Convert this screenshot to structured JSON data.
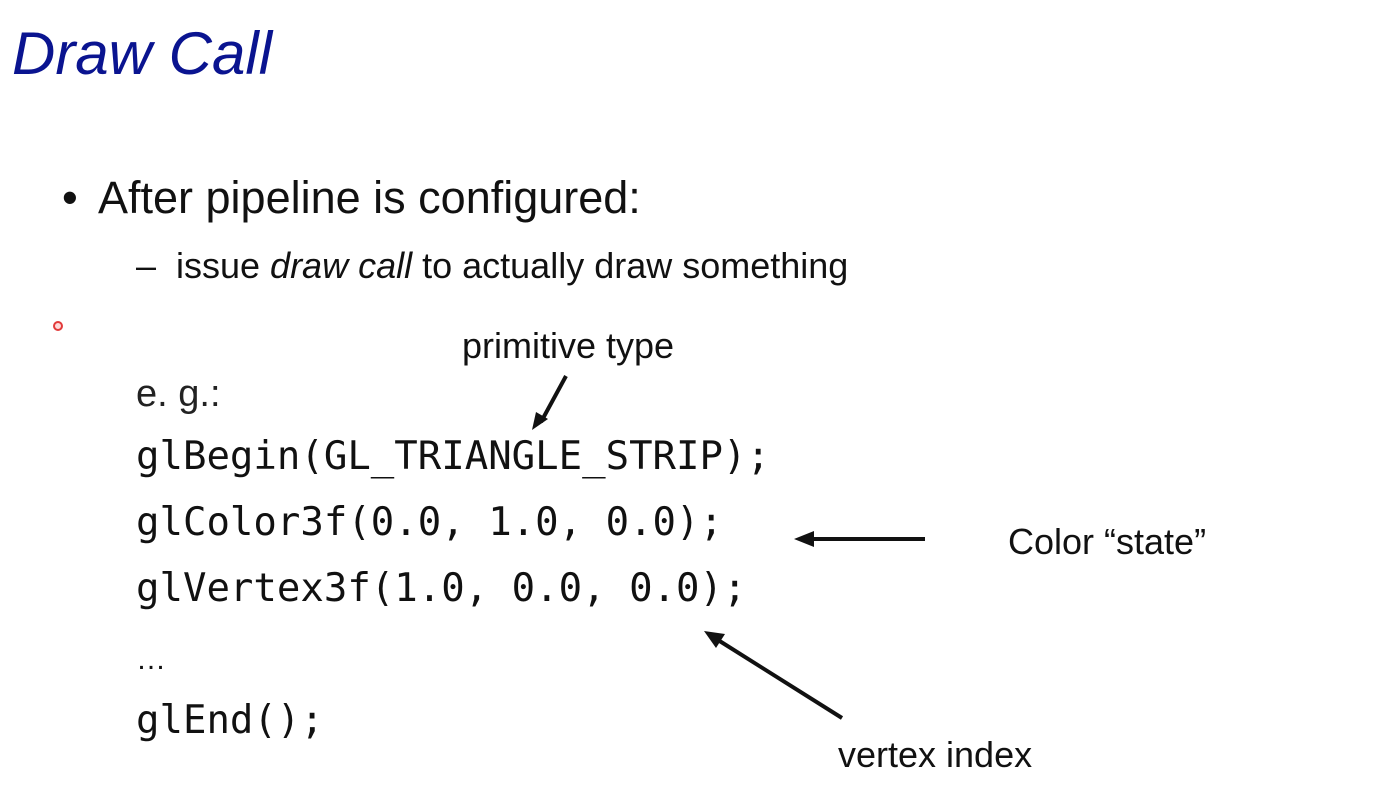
{
  "slide": {
    "title": "Draw Call",
    "bullet": {
      "symbol": "•",
      "text": "After pipeline is configured:"
    },
    "sub_bullet": {
      "symbol": "–",
      "before": "issue ",
      "emphasis": "draw call",
      "after": " to actually draw something"
    },
    "example_label": "e. g.:",
    "code": [
      "glBegin(GL_TRIANGLE_STRIP);",
      "glColor3f(0.0, 1.0, 0.0);",
      "glVertex3f(1.0, 0.0, 0.0);",
      "…",
      "glEnd();"
    ],
    "annotations": {
      "primitive_type": "primitive type",
      "color_state": "Color “state”",
      "vertex_index": "vertex index"
    },
    "colors": {
      "title": "#0a1490",
      "text": "#111111",
      "pointer": "#e23a3a"
    }
  }
}
